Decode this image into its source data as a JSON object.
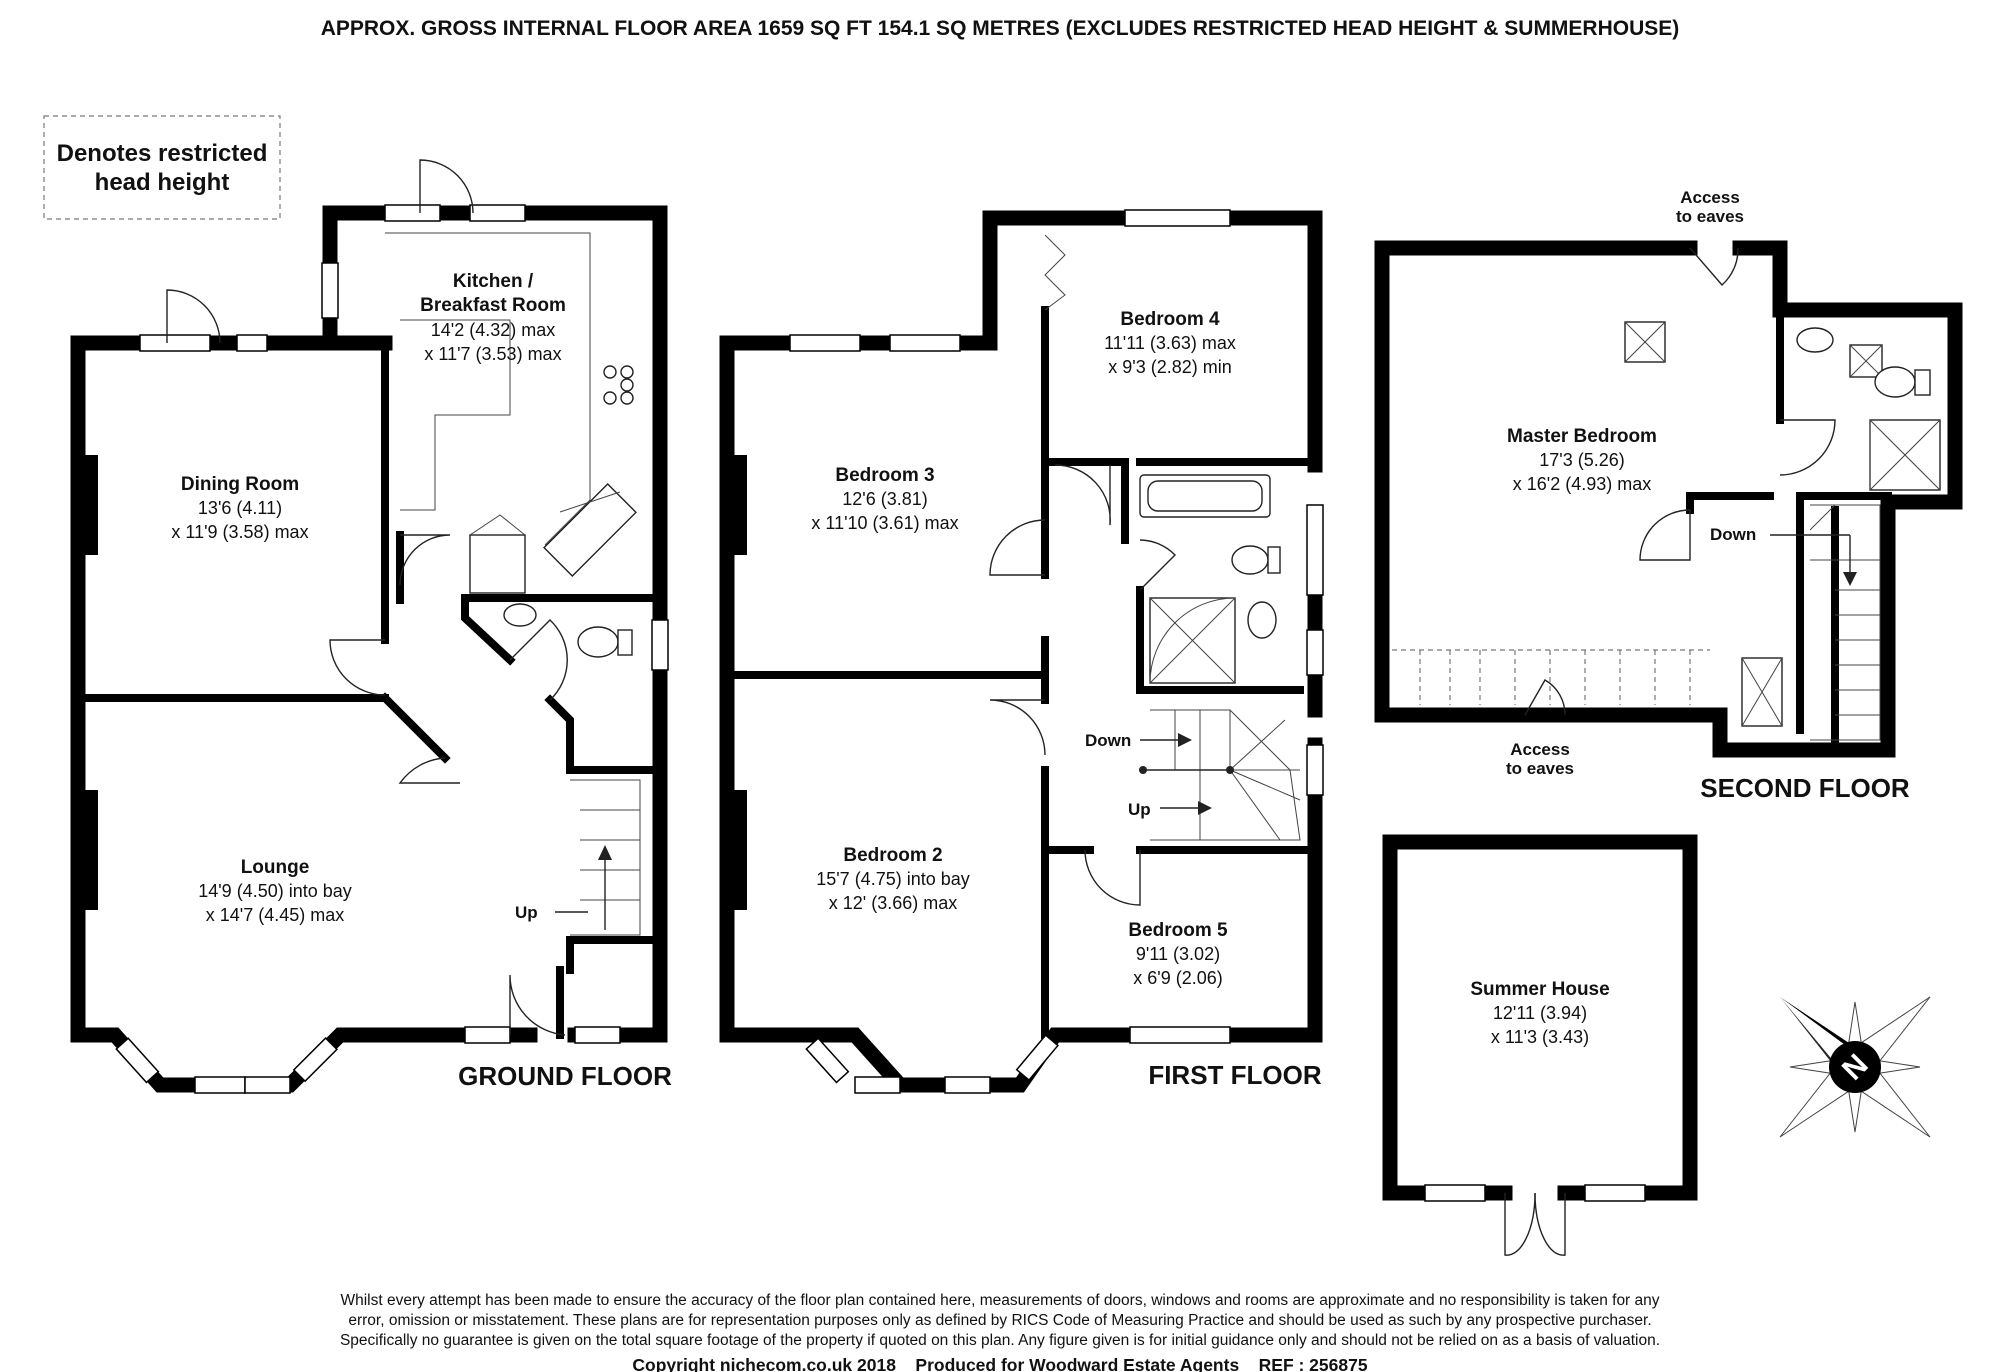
{
  "header": "APPROX. GROSS INTERNAL FLOOR AREA 1659 SQ FT 154.1 SQ METRES (EXCLUDES RESTRICTED HEAD HEIGHT & SUMMERHOUSE)",
  "legend": {
    "line1": "Denotes restricted",
    "line2": "head height"
  },
  "floors": {
    "ground": "GROUND FLOOR",
    "first": "FIRST FLOOR",
    "second": "SECOND FLOOR"
  },
  "rooms": {
    "kitchen": {
      "name1": "Kitchen /",
      "name2": "Breakfast Room",
      "dim1": "14'2 (4.32) max",
      "dim2": "x 11'7 (3.53) max"
    },
    "dining": {
      "name": "Dining Room",
      "dim1": "13'6 (4.11)",
      "dim2": "x 11'9 (3.58) max"
    },
    "lounge": {
      "name": "Lounge",
      "dim1": "14'9 (4.50) into bay",
      "dim2": "x 14'7 (4.45) max"
    },
    "bedroom4": {
      "name": "Bedroom 4",
      "dim1": "11'11 (3.63) max",
      "dim2": "x 9'3 (2.82) min"
    },
    "bedroom3": {
      "name": "Bedroom 3",
      "dim1": "12'6 (3.81)",
      "dim2": "x 11'10 (3.61) max"
    },
    "bedroom2": {
      "name": "Bedroom 2",
      "dim1": "15'7 (4.75) into bay",
      "dim2": "x 12' (3.66) max"
    },
    "bedroom5": {
      "name": "Bedroom 5",
      "dim1": "9'11 (3.02)",
      "dim2": "x 6'9 (2.06)"
    },
    "master": {
      "name": "Master Bedroom",
      "dim1": "17'3 (5.26)",
      "dim2": "x 16'2 (4.93) max"
    },
    "summer": {
      "name": "Summer House",
      "dim1": "12'11 (3.94)",
      "dim2": "x 11'3 (3.43)"
    }
  },
  "labels": {
    "up": "Up",
    "down": "Down",
    "access1": "Access",
    "access2": "to eaves"
  },
  "compass": "N",
  "disclaimer": [
    "Whilst every attempt has been made to ensure the accuracy of the floor plan contained here, measurements of doors, windows and rooms are approximate and no responsibility is taken for any",
    "error, omission or misstatement. These plans are for representation purposes only as defined by RICS Code of Measuring Practice and should be used as such by any prospective purchaser.",
    "Specifically no guarantee is given on the total square footage of the property if quoted on this plan. Any figure given is for initial guidance only and should not be relied on as a basis of valuation."
  ],
  "copyright": "Copyright nichecom.co.uk 2018    Produced for Woodward Estate Agents    REF : 256875"
}
